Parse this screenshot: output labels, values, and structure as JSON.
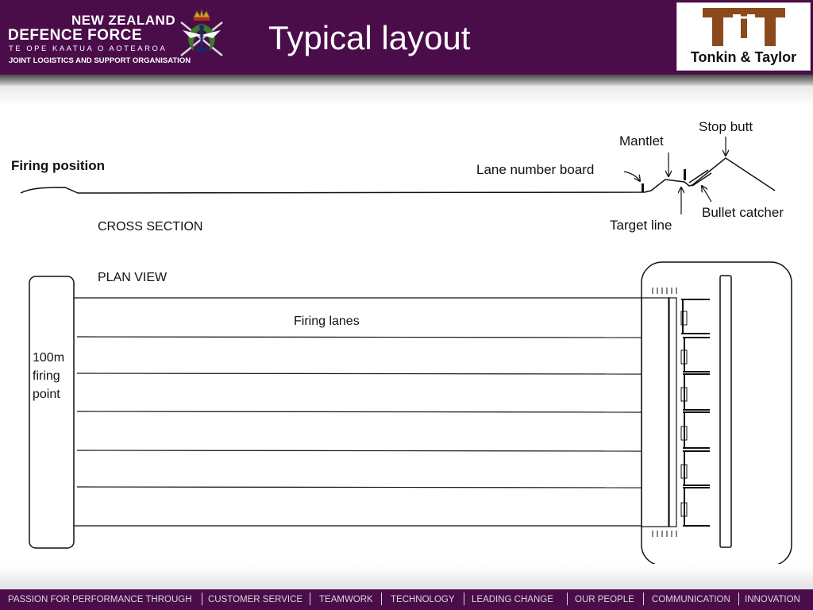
{
  "header": {
    "org_line1": "NEW ZEALAND",
    "org_line2": "DEFENCE FORCE",
    "org_line3": "TE OPE KAATUA O AOTEAROA",
    "org_line4": "JOINT LOGISTICS AND SUPPORT ORGANISATION",
    "title": "Typical layout",
    "partner_logo_text": "Tonkin & Taylor"
  },
  "colors": {
    "brand_purple": "#4a0d4a",
    "logo_brown": "#8b4a1c",
    "line": "#111111"
  },
  "diagram": {
    "cross_section": {
      "label_firing_position": "Firing position",
      "label_section": "CROSS SECTION",
      "label_lane_board": "Lane number board",
      "label_mantlet": "Mantlet",
      "label_stop_butt": "Stop butt",
      "label_target_line": "Target line",
      "label_bullet_catcher": "Bullet catcher"
    },
    "plan_view": {
      "label_section": "PLAN VIEW",
      "label_firing_lanes": "Firing lanes",
      "firing_point_line1": "100m",
      "firing_point_line2": "firing",
      "firing_point_line3": "point"
    }
  },
  "footer": {
    "items": [
      "PASSION FOR PERFORMANCE THROUGH",
      "CUSTOMER SERVICE",
      "TEAMWORK",
      "TECHNOLOGY",
      "LEADING CHANGE",
      "OUR PEOPLE",
      "COMMUNICATION",
      "INNOVATION"
    ]
  }
}
